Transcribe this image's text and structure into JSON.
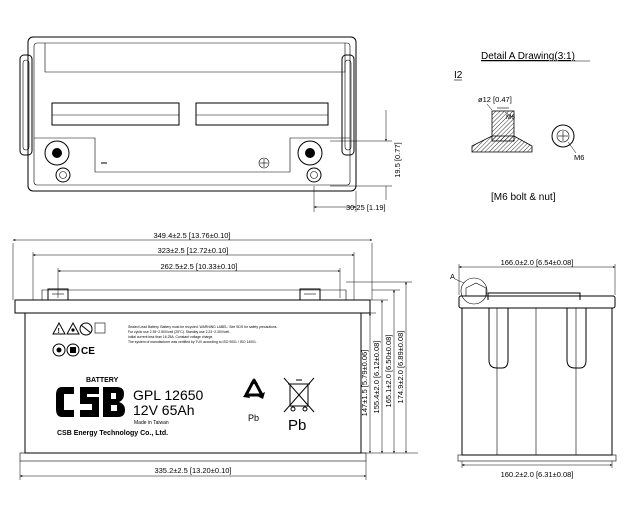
{
  "detail": {
    "title": "Detail A Drawing(3:1)",
    "marker": "I2",
    "thread_dim": "ø12 [0.47]",
    "bolt_label_1": "M6",
    "bolt_label_2": "M6",
    "caption": "[M6 bolt & nut]"
  },
  "top_view": {
    "height_dim": "19.5 [0.77]",
    "offset_dim": "30.25 [1.19]"
  },
  "front_view": {
    "dim_overall": "349.4±2.5 [13.76±0.10]",
    "dim_inner": "323±2.5 [12.72±0.10]",
    "dim_terminal": "262.5±2.5 [10.33±0.10]",
    "dim_bottom": "335.2±2.5 [13.20±0.10]",
    "height_1": "147±1.5 [5.79±0.06]",
    "height_2": "155.4±2.0 [6.12±0.08]",
    "height_3": "165.1±2.0 [6.50±0.08]",
    "height_4": "174.9±2.0 [6.89±0.08]"
  },
  "label": {
    "battery_word": "BATTERY",
    "logo": "CSB",
    "model": "GPL 12650",
    "rating": "12V 65Ah",
    "origin": "Made in Taiwan",
    "company": "CSB Energy Technology Co., Ltd.",
    "pb_small": "Pb",
    "pb_large": "Pb",
    "ce_mark": "CE",
    "fine_print_1": "Sealed Lead Battery. Battery must be recycled. WARNING LABEL: See SDS for safety precautions.",
    "fine_print_2": "For cyclic use 2.35~2.50V/cell (25°C). Standby use 2.23~2.30V/cell.",
    "fine_print_3": "Initial current less than 16.25A. Constant voltage charge.",
    "fine_print_4": "The system of manufacturer was certified by TUV according to ISO 9001 / ISO 14001."
  },
  "side_view": {
    "callout": "A",
    "dim_top": "166.0±2.0 [6.54±0.08]",
    "dim_bottom": "160.2±2.0 [6.31±0.08]"
  }
}
